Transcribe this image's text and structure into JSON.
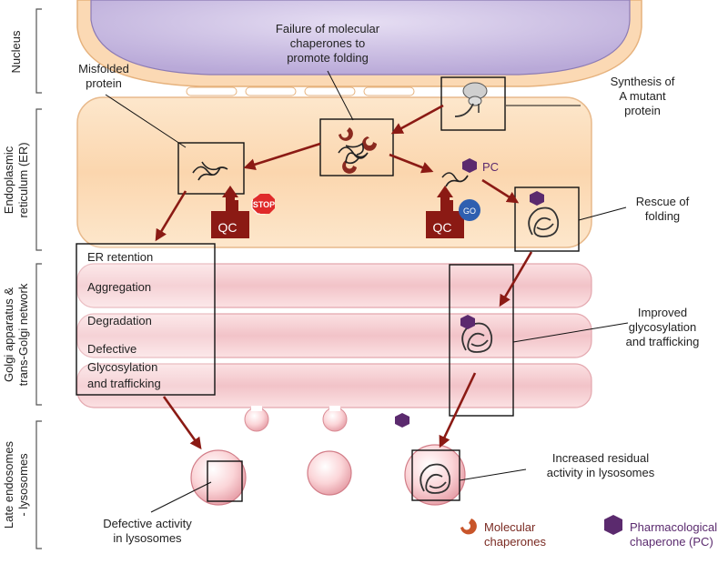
{
  "compartments": {
    "nucleus": "Nucleus",
    "er_line1": "Endoplasmic",
    "er_line2": "reticulum (ER)",
    "golgi_line1": "Golgi apparatus &",
    "golgi_line2": "trans-Golgi network",
    "endo_line1": "Late endosomes",
    "endo_line2": "- lysosomes"
  },
  "annotations": {
    "failure_l1": "Failure of molecular",
    "failure_l2": "chaperones to",
    "failure_l3": "promote folding",
    "misfolded_l1": "Misfolded",
    "misfolded_l2": "protein",
    "synthesis_l1": "Synthesis of",
    "synthesis_l2": "A mutant",
    "synthesis_l3": "protein",
    "rescue_l1": "Rescue of",
    "rescue_l2": "folding",
    "improved_l1": "Improved",
    "improved_l2": "glycosylation",
    "improved_l3": "and trafficking",
    "increased_l1": "Increased residual",
    "increased_l2": "activity in lysosomes",
    "defective_act_l1": "Defective activity",
    "defective_act_l2": "in lysosomes"
  },
  "qc": {
    "label": "QC",
    "stop": "STOP",
    "go": "GO",
    "pc": "PC"
  },
  "consequences": {
    "er_retention": "ER retention",
    "aggregation": "Aggregation",
    "degradation": "Degradation",
    "defective": "Defective",
    "glyco": "Glycosylation",
    "trafficking": "and trafficking"
  },
  "legend": {
    "mol_l1": "Molecular",
    "mol_l2": "chaperones",
    "pharm_l1": "Pharmacological",
    "pharm_l2": "chaperone (PC)"
  },
  "colors": {
    "arrow": "#8b1a14",
    "er": "#fbd9b4",
    "nucleus": "#c9bfe3",
    "golgi": "#f5cfd2",
    "pc": "#5b2a6e",
    "stop": "#e02a2a",
    "go": "#2f5fb0"
  }
}
